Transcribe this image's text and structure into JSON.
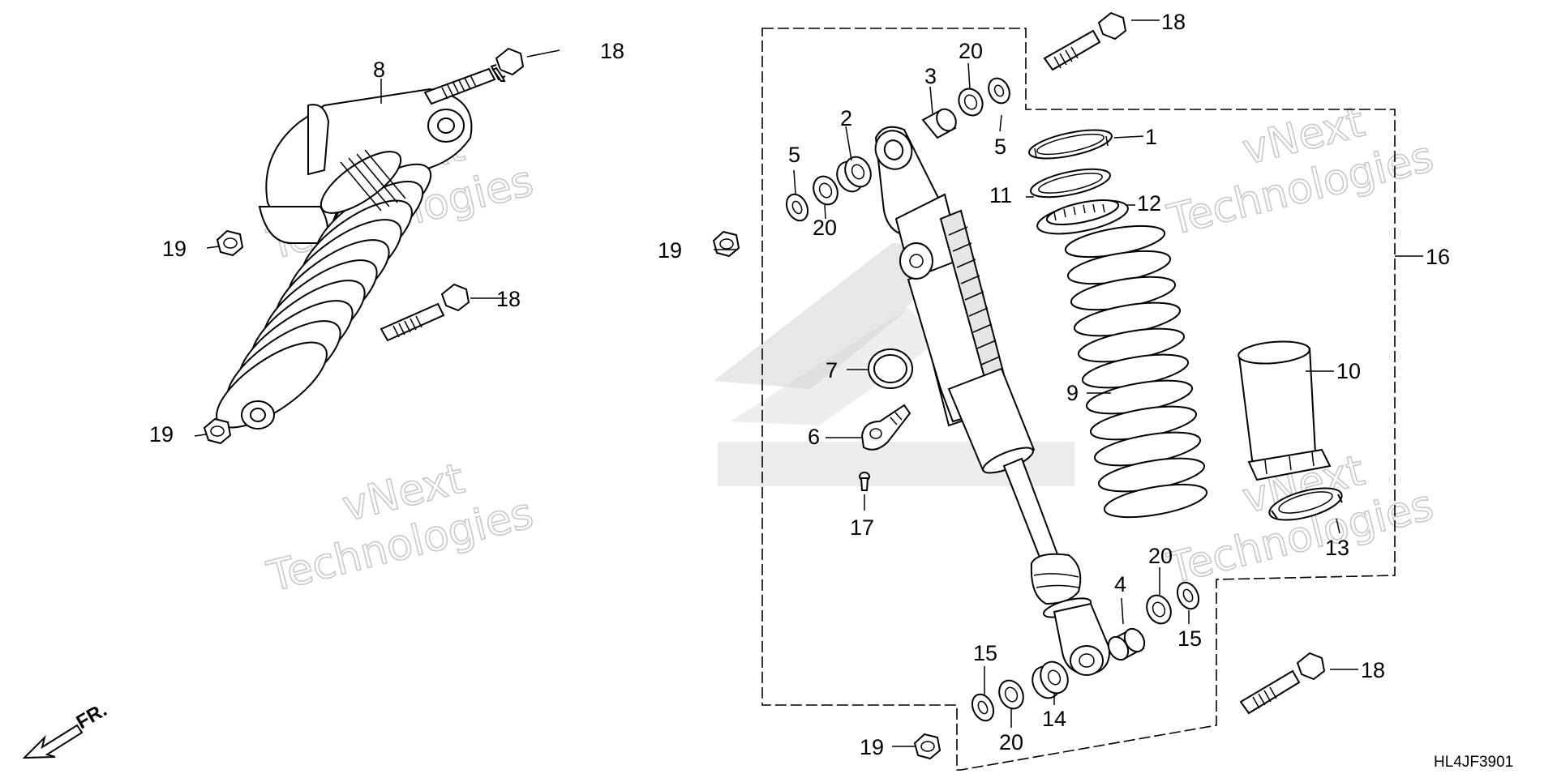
{
  "diagram_code": "HL4JF3901",
  "direction_label": "FR.",
  "watermark": {
    "line1": "vNext",
    "line2": "Technologies"
  },
  "callouts": {
    "l8": "8",
    "l18a": "18",
    "l19a": "19",
    "l18b": "18",
    "l19b": "19",
    "l18c": "18",
    "l20a": "20",
    "l3": "3",
    "l5a": "5",
    "l2": "2",
    "l5b": "5",
    "l20b": "20",
    "l19c": "19",
    "l1": "1",
    "l11": "11",
    "l12": "12",
    "l16": "16",
    "l7": "7",
    "l6": "6",
    "l17": "17",
    "l9": "9",
    "l10": "10",
    "l13": "13",
    "l4": "4",
    "l20c": "20",
    "l15a": "15",
    "l15b": "15",
    "l14": "14",
    "l20d": "20",
    "l19d": "19",
    "l18d": "18"
  }
}
